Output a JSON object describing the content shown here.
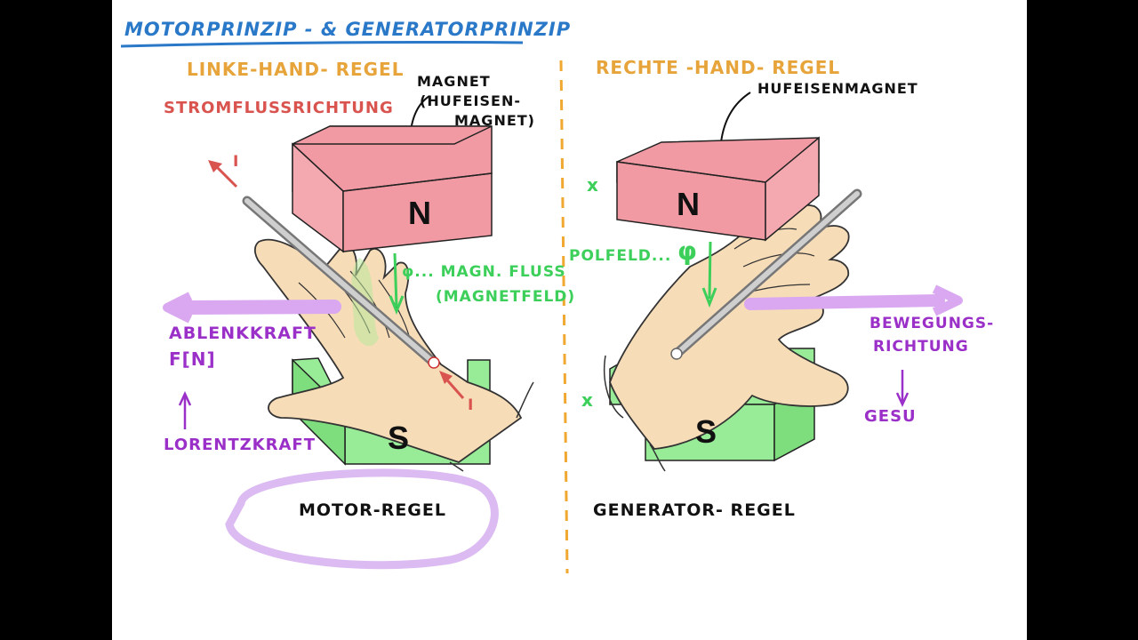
{
  "title": "MOTORPRINZIP - & GENERATORPRINZIP",
  "left": {
    "heading": "LINKE-HAND- REGEL",
    "magnet_label_1": "MAGNET",
    "magnet_label_2": "(HUFEISEN-",
    "magnet_label_3": "MAGNET)",
    "current_direction_label": "STROMFLUSSRICHTUNG",
    "current_symbol_top": "I",
    "current_symbol_bottom": "I",
    "pole_north": "N",
    "pole_south": "S",
    "flux_label_1": "φ... MAGN. FLUSS",
    "flux_label_2": "(MAGNETFELD)",
    "force_label_1": "ABLENKKRAFT",
    "force_label_2": "F[N]",
    "lorentz_label": "LORENTZKRAFT",
    "rule_name": "MOTOR-REGEL"
  },
  "right": {
    "heading": "RECHTE -HAND- REGEL",
    "magnet_label": "HUFEISENMAGNET",
    "pole_north": "N",
    "pole_south": "S",
    "polfeld_label": "POLFELD...",
    "phi_symbol": "φ",
    "movement_label_1": "BEWEGUNGS-",
    "movement_label_2": "RICHTUNG",
    "gesu_label": "GESU",
    "x_mark_top": "x",
    "x_mark_bottom": "x",
    "rule_name": "GENERATOR- REGEL"
  },
  "colors": {
    "title": "#2a78c8",
    "heading": "#e6a43a",
    "current": "#d9534f",
    "flux": "#3ccf5a",
    "force": "#9b30c9",
    "force_arrow": "#d9a8f0",
    "magnet_red": "#f29aa3",
    "magnet_green": "#90ee90",
    "skin": "#f7dcb8",
    "divider": "#f0a830"
  }
}
